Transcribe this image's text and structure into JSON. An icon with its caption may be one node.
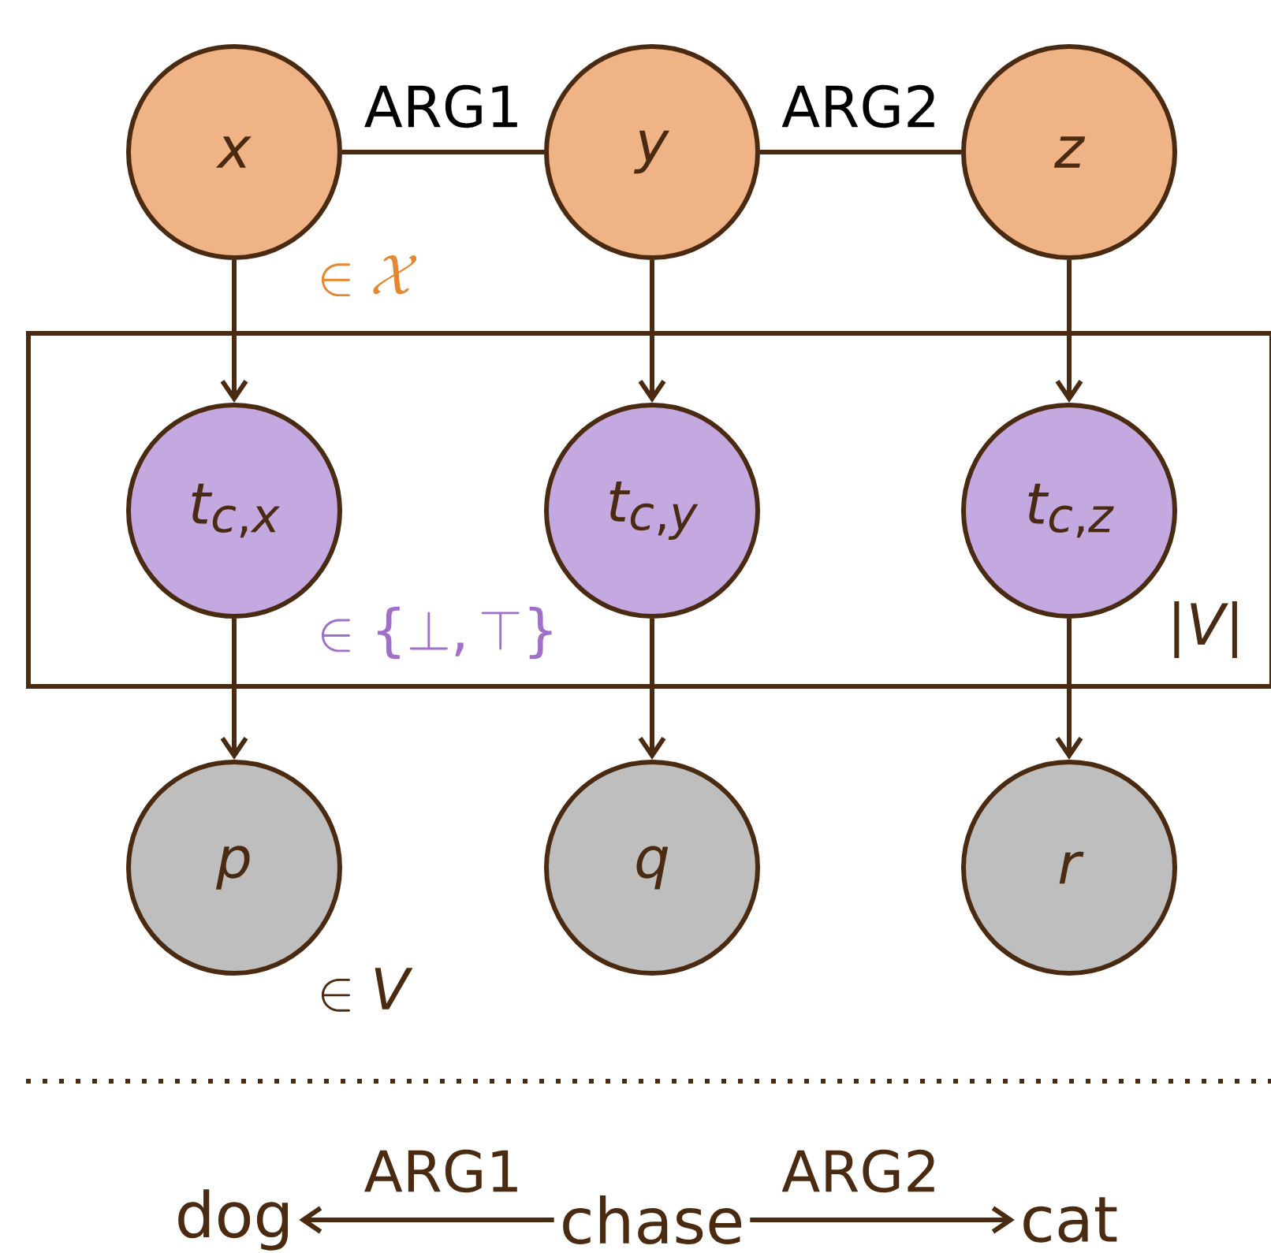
{
  "diagram": {
    "nodes": [
      {
        "text": [
          "x"
        ]
      },
      {
        "text": [
          "y"
        ]
      },
      {
        "text": [
          "z"
        ]
      },
      {
        "text": [
          "|V|"
        ]
      },
      {
        "text": [
          "t_{c,x}"
        ],
        "in": 3
      },
      {
        "text": [
          "t_{c,y}"
        ],
        "in": 3
      },
      {
        "text": [
          "t_{c,z}"
        ],
        "in": 3
      },
      {
        "text": [
          "p"
        ]
      },
      {
        "text": [
          "q"
        ]
      },
      {
        "text": [
          "r"
        ]
      },
      {
        "text": [
          "dog"
        ]
      },
      {
        "text": [
          "chase"
        ]
      },
      {
        "text": [
          "cat"
        ]
      }
    ],
    "edges": [
      {
        "from": 0,
        "to": 1,
        "arrow": "none",
        "label": "ARG1"
      },
      {
        "from": 1,
        "to": 2,
        "arrow": "none",
        "label": "ARG2"
      },
      {
        "from": 0,
        "to": 4,
        "arrow": "to"
      },
      {
        "from": 1,
        "to": 5,
        "arrow": "to"
      },
      {
        "from": 2,
        "to": 6,
        "arrow": "to"
      },
      {
        "from": 4,
        "to": 7,
        "arrow": "to"
      },
      {
        "from": 5,
        "to": 8,
        "arrow": "to"
      },
      {
        "from": 6,
        "to": 9,
        "arrow": "to"
      },
      {
        "from": 11,
        "to": 10,
        "arrow": "to",
        "label": "ARG1"
      },
      {
        "from": 11,
        "to": 12,
        "arrow": "to",
        "label": "ARG2"
      }
    ],
    "labels": [
      "\\in \\mathcal{X}",
      "\\in \\{\\bot,\\top\\}",
      "\\in V"
    ]
  }
}
